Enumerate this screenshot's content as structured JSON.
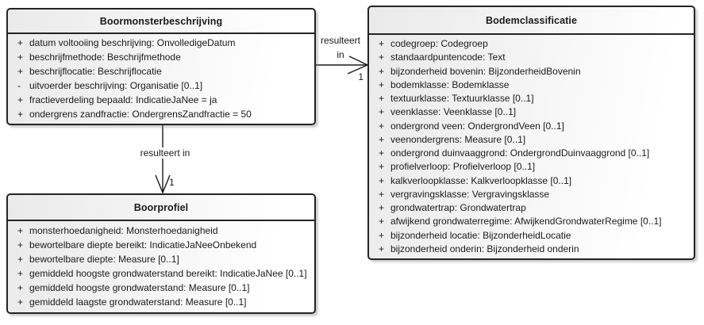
{
  "classes": [
    {
      "title": "Boormonsterbeschrijving",
      "attributes": [
        {
          "vis": "+",
          "text": "datum voltooiing beschrijving: OnvolledigeDatum"
        },
        {
          "vis": "+",
          "text": "beschrijfmethode: Beschrijfmethode"
        },
        {
          "vis": "+",
          "text": "beschrijflocatie: Beschrijflocatie"
        },
        {
          "vis": "-",
          "text": "uitvoerder beschrijving: Organisatie [0..1]"
        },
        {
          "vis": "+",
          "text": "fractieverdeling bepaald: IndicatieJaNee = ja"
        },
        {
          "vis": "+",
          "text": "ondergrens zandfractie: OndergrensZandfractie = 50"
        }
      ]
    },
    {
      "title": "Bodemclassificatie",
      "attributes": [
        {
          "vis": "+",
          "text": "codegroep: Codegroep"
        },
        {
          "vis": "+",
          "text": "standaardpuntencode: Text"
        },
        {
          "vis": "+",
          "text": "bijzonderheid bovenin: BijzonderheidBovenin"
        },
        {
          "vis": "+",
          "text": "bodemklasse: Bodemklasse"
        },
        {
          "vis": "+",
          "text": "textuurklasse: Textuurklasse [0..1]"
        },
        {
          "vis": "+",
          "text": "veenklasse: Veenklasse [0..1]"
        },
        {
          "vis": "+",
          "text": "ondergrond veen: OndergrondVeen [0..1]"
        },
        {
          "vis": "+",
          "text": "veenondergrens: Measure [0..1]"
        },
        {
          "vis": "+",
          "text": "ondergrond duinvaaggrond: OndergrondDuinvaaggrond [0..1]"
        },
        {
          "vis": "+",
          "text": "profielverloop: Profielverloop [0..1]"
        },
        {
          "vis": "+",
          "text": "kalkverloopklasse: Kalkverloopklasse [0..1]"
        },
        {
          "vis": "+",
          "text": "vergravingsklasse: Vergravingsklasse"
        },
        {
          "vis": "+",
          "text": "grondwatertrap: Grondwatertrap"
        },
        {
          "vis": "+",
          "text": "afwijkend grondwaterregime: AfwijkendGrondwaterRegime [0..1]"
        },
        {
          "vis": "+",
          "text": "bijzonderheid locatie: BijzonderheidLocatie"
        },
        {
          "vis": "+",
          "text": "bijzonderheid onderin: Bijzonderheid onderin"
        }
      ]
    },
    {
      "title": "Boorprofiel",
      "attributes": [
        {
          "vis": "+",
          "text": "monsterhoedanigheid: Monsterhoedanigheid"
        },
        {
          "vis": "+",
          "text": "bewortelbare diepte bereikt: IndicatieJaNeeOnbekend"
        },
        {
          "vis": "+",
          "text": "bewortelbare diepte: Measure [0..1]"
        },
        {
          "vis": "+",
          "text": "gemiddeld hoogste grondwaterstand bereikt: IndicatieJaNee [0..1]"
        },
        {
          "vis": "+",
          "text": "gemiddeld hoogste grondwaterstand: Measure [0..1]"
        },
        {
          "vis": "+",
          "text": "gemiddeld laagste grondwaterstand: Measure [0..1]"
        }
      ]
    }
  ],
  "associations": [
    {
      "label_line1": "resulteert",
      "label_line2": "in",
      "multiplicity": "1"
    },
    {
      "label": "resulteert in",
      "multiplicity": "1"
    }
  ],
  "colors": {
    "line": "#1a1a1a",
    "box_border": "#242424",
    "box_fill_left": "#eaeaea",
    "box_fill_right": "#ffffff"
  }
}
